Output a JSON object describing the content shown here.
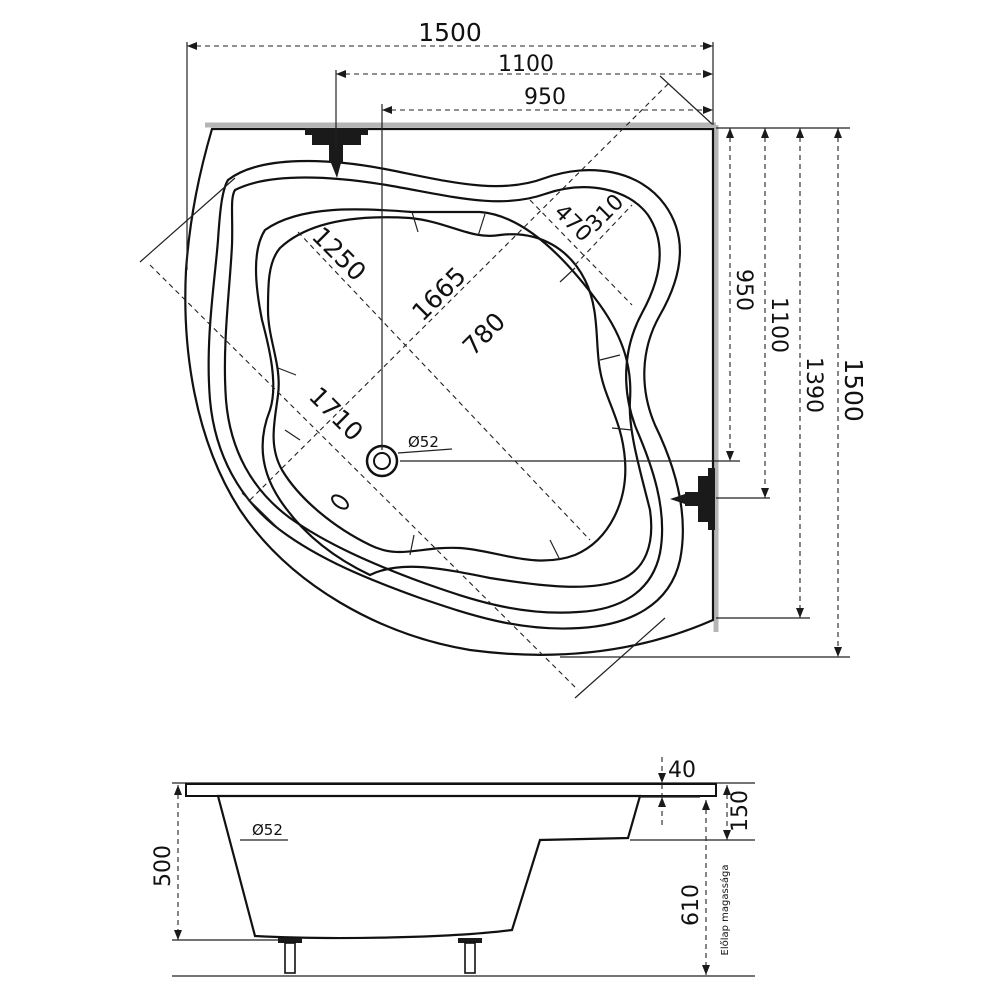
{
  "plan": {
    "labels": {
      "overall_width": "1500",
      "width_1100": "1100",
      "width_950": "950",
      "height_950": "950",
      "height_1100": "1100",
      "height_1390": "1390",
      "height_1500": "1500",
      "diag_1250": "1250",
      "diag_1665": "1665",
      "diag_780": "780",
      "diag_470": "470",
      "diag_310": "310",
      "diag_1710": "1710",
      "drain_diameter": "Ø52"
    }
  },
  "section": {
    "labels": {
      "rim_40": "40",
      "step_150": "150",
      "depth_500": "500",
      "apron_610": "610",
      "apron_caption": "Előlap magassága",
      "overflow_diameter": "Ø52"
    }
  }
}
